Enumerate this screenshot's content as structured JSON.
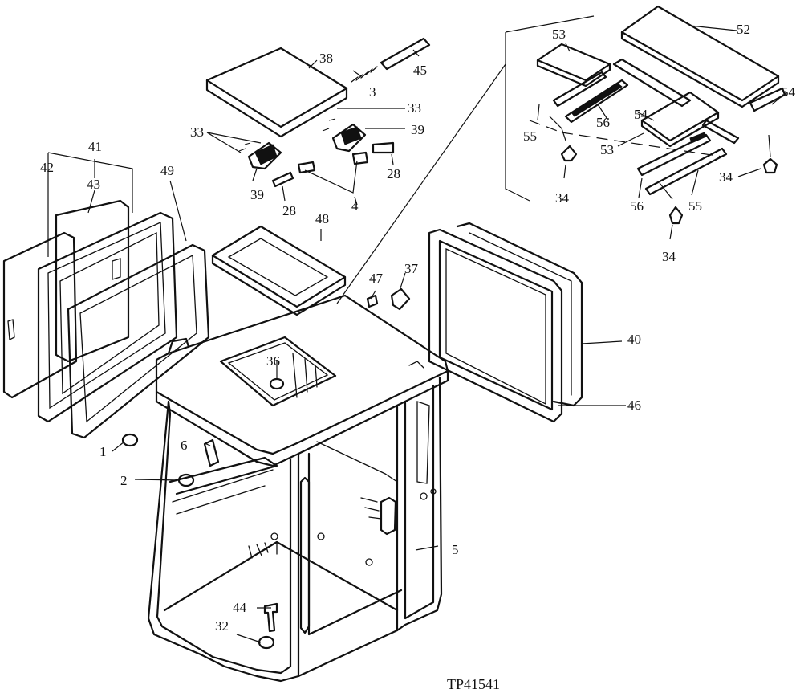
{
  "figure_id": "TP41541",
  "callouts": [
    {
      "id": "c-1",
      "label": "1"
    },
    {
      "id": "c-2",
      "label": "2"
    },
    {
      "id": "c-3",
      "label": "3"
    },
    {
      "id": "c-4",
      "label": "4"
    },
    {
      "id": "c-5",
      "label": "5"
    },
    {
      "id": "c-6",
      "label": "6"
    },
    {
      "id": "c-28a",
      "label": "28"
    },
    {
      "id": "c-28b",
      "label": "28"
    },
    {
      "id": "c-32",
      "label": "32"
    },
    {
      "id": "c-33a",
      "label": "33"
    },
    {
      "id": "c-33b",
      "label": "33"
    },
    {
      "id": "c-34a",
      "label": "34"
    },
    {
      "id": "c-34b",
      "label": "34"
    },
    {
      "id": "c-34c",
      "label": "34"
    },
    {
      "id": "c-36",
      "label": "36"
    },
    {
      "id": "c-37",
      "label": "37"
    },
    {
      "id": "c-38",
      "label": "38"
    },
    {
      "id": "c-39a",
      "label": "39"
    },
    {
      "id": "c-39b",
      "label": "39"
    },
    {
      "id": "c-40",
      "label": "40"
    },
    {
      "id": "c-41",
      "label": "41"
    },
    {
      "id": "c-42",
      "label": "42"
    },
    {
      "id": "c-43",
      "label": "43"
    },
    {
      "id": "c-44",
      "label": "44"
    },
    {
      "id": "c-45",
      "label": "45"
    },
    {
      "id": "c-46",
      "label": "46"
    },
    {
      "id": "c-47",
      "label": "47"
    },
    {
      "id": "c-48",
      "label": "48"
    },
    {
      "id": "c-49",
      "label": "49"
    },
    {
      "id": "c-52",
      "label": "52"
    },
    {
      "id": "c-53a",
      "label": "53"
    },
    {
      "id": "c-53b",
      "label": "53"
    },
    {
      "id": "c-54a",
      "label": "54"
    },
    {
      "id": "c-54b",
      "label": "54"
    },
    {
      "id": "c-55a",
      "label": "55"
    },
    {
      "id": "c-55b",
      "label": "55"
    },
    {
      "id": "c-56a",
      "label": "56"
    },
    {
      "id": "c-56b",
      "label": "56"
    }
  ]
}
